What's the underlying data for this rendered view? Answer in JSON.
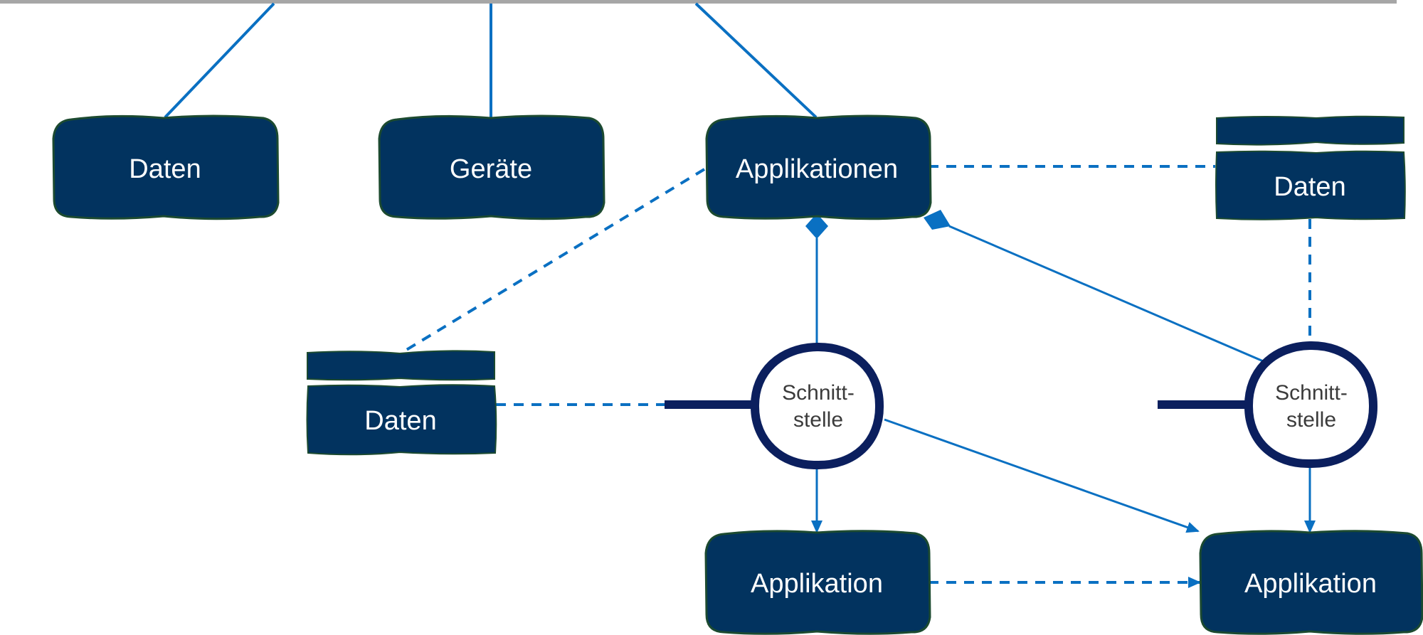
{
  "diagram": {
    "colors": {
      "box_fill": "#02335f",
      "box_border": "#1c4a30",
      "connector": "#0a70c2",
      "interface_ring": "#0b1f5e",
      "interface_text": "#3b3b3b",
      "top_bar": "#a6a6a6"
    },
    "nodes": {
      "daten_top": {
        "label": "Daten",
        "type": "rounded-box"
      },
      "geraete": {
        "label": "Geräte",
        "type": "rounded-box"
      },
      "applikationen": {
        "label": "Applikationen",
        "type": "rounded-box"
      },
      "daten_right": {
        "label": "Daten",
        "type": "data-store"
      },
      "daten_mid": {
        "label": "Daten",
        "type": "data-store"
      },
      "schnittstelle_1": {
        "label_line1": "Schnitt-",
        "label_line2": "stelle",
        "type": "interface"
      },
      "schnittstelle_2": {
        "label_line1": "Schnitt-",
        "label_line2": "stelle",
        "type": "interface"
      },
      "applikation_left": {
        "label": "Applikation",
        "type": "rounded-box"
      },
      "applikation_right": {
        "label": "Applikation",
        "type": "rounded-box"
      }
    },
    "edges": [
      {
        "from": "top-bar",
        "to": "daten_top",
        "style": "solid"
      },
      {
        "from": "top-bar",
        "to": "geraete",
        "style": "solid"
      },
      {
        "from": "top-bar",
        "to": "applikationen",
        "style": "solid"
      },
      {
        "from": "applikationen",
        "to": "daten_right",
        "style": "dashed"
      },
      {
        "from": "applikationen",
        "to": "daten_mid",
        "style": "dashed"
      },
      {
        "from": "applikationen",
        "to": "schnittstelle_1",
        "style": "solid",
        "end": "diamond-at-source"
      },
      {
        "from": "applikationen",
        "to": "schnittstelle_2",
        "style": "solid",
        "end": "diamond-at-source"
      },
      {
        "from": "daten_right",
        "to": "schnittstelle_2",
        "style": "dashed"
      },
      {
        "from": "daten_mid",
        "to": "schnittstelle_1",
        "style": "dashed"
      },
      {
        "from": "schnittstelle_1",
        "to": "applikation_left",
        "style": "solid",
        "end": "arrow"
      },
      {
        "from": "schnittstelle_1",
        "to": "applikation_right",
        "style": "solid",
        "end": "arrow"
      },
      {
        "from": "schnittstelle_2",
        "to": "applikation_right",
        "style": "solid",
        "end": "arrow"
      },
      {
        "from": "applikation_left",
        "to": "applikation_right",
        "style": "dashed",
        "end": "arrow"
      }
    ]
  }
}
